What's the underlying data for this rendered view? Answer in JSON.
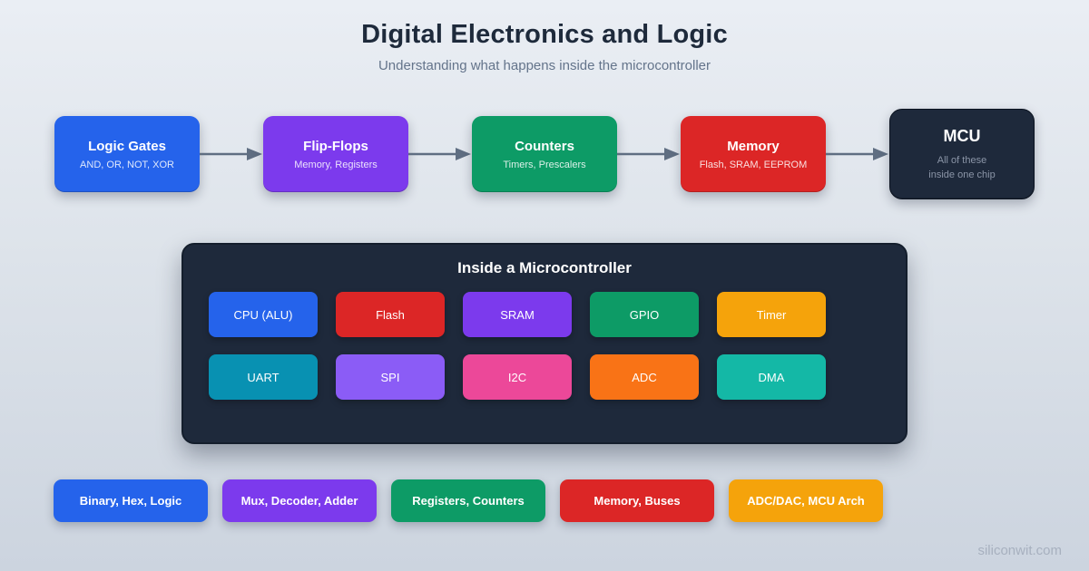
{
  "header": {
    "title": "Digital Electronics and Logic",
    "subtitle": "Understanding what happens inside the microcontroller"
  },
  "flow": {
    "steps": [
      {
        "title": "Logic Gates",
        "subtitle": "AND, OR, NOT, XOR",
        "color": "#2563eb"
      },
      {
        "title": "Flip-Flops",
        "subtitle": "Memory, Registers",
        "color": "#7c3aed"
      },
      {
        "title": "Counters",
        "subtitle": "Timers, Prescalers",
        "color": "#0d9b66"
      },
      {
        "title": "Memory",
        "subtitle": "Flash, SRAM, EEPROM",
        "color": "#dc2626"
      },
      {
        "title": "MCU",
        "subtitle_line1": "All of these",
        "subtitle_line2": "inside one chip",
        "color": "#1e293b"
      }
    ],
    "arrow_color": "#5f6e82"
  },
  "panel": {
    "title": "Inside a Microcontroller",
    "background": "#1e293b",
    "chips": [
      {
        "label": "CPU (ALU)",
        "color": "#2563eb"
      },
      {
        "label": "Flash",
        "color": "#dc2626"
      },
      {
        "label": "SRAM",
        "color": "#7c3aed"
      },
      {
        "label": "GPIO",
        "color": "#0d9b66"
      },
      {
        "label": "Timer",
        "color": "#f5a30b"
      },
      {
        "label": "UART",
        "color": "#0891b2"
      },
      {
        "label": "SPI",
        "color": "#8b5cf6"
      },
      {
        "label": "I2C",
        "color": "#ec4899"
      },
      {
        "label": "ADC",
        "color": "#f97316"
      },
      {
        "label": "DMA",
        "color": "#14b8a6"
      }
    ]
  },
  "topics": [
    {
      "label": "Binary, Hex, Logic",
      "color": "#2563eb"
    },
    {
      "label": "Mux, Decoder, Adder",
      "color": "#7c3aed"
    },
    {
      "label": "Registers, Counters",
      "color": "#0d9b66"
    },
    {
      "label": "Memory, Buses",
      "color": "#dc2626"
    },
    {
      "label": "ADC/DAC, MCU Arch",
      "color": "#f5a30b"
    }
  ],
  "footer": {
    "watermark": "siliconwit.com"
  }
}
